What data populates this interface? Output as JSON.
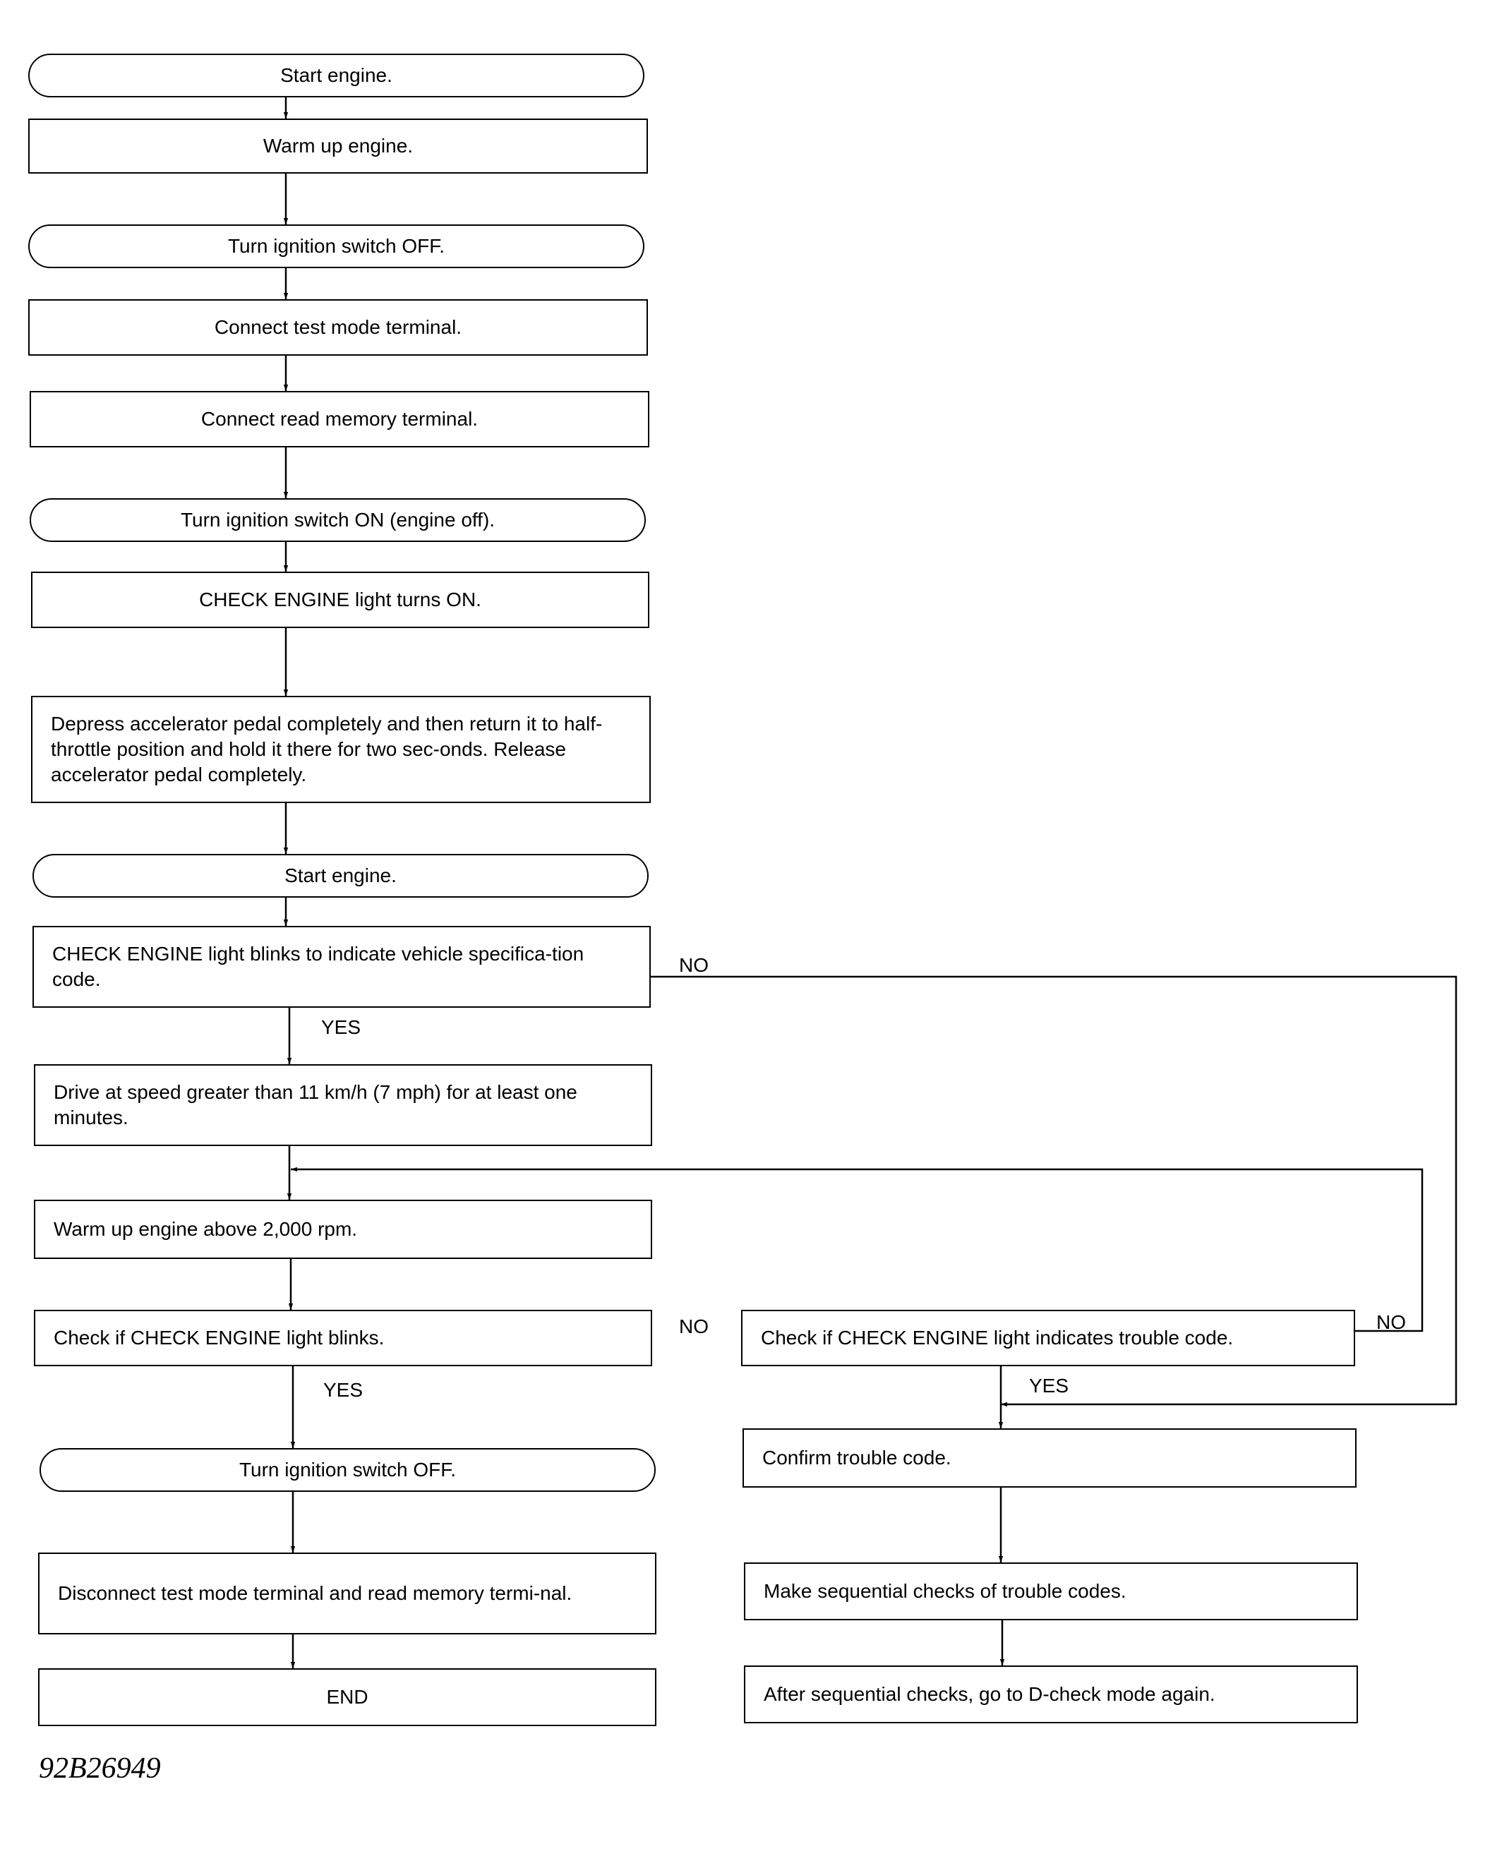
{
  "steps": {
    "start1": "Start engine.",
    "warm1": "Warm up engine.",
    "ign_off1": "Turn ignition switch OFF.",
    "test_mode": "Connect test mode terminal.",
    "read_mem": "Connect read memory terminal.",
    "ign_on": "Turn ignition switch ON (engine off).",
    "light_on": "CHECK ENGINE light turns ON.",
    "pedal": "Depress accelerator pedal completely and then return it to half-throttle position and hold it there for two sec-onds. Release accelerator pedal completely.",
    "start2": "Start engine.",
    "spec_code": "CHECK ENGINE light blinks to indicate vehicle specifica-tion code.",
    "drive": "Drive at speed greater than 11 km/h (7 mph) for at least one minutes.",
    "warm2": "Warm up engine above 2,000 rpm.",
    "check_blink": "Check if CHECK ENGINE light blinks.",
    "ign_off2": "Turn ignition switch OFF.",
    "disconnect": "Disconnect test mode terminal and read memory termi-nal.",
    "end": "END",
    "check_trouble": "Check if CHECK ENGINE light indicates trouble code.",
    "confirm": "Confirm trouble code.",
    "sequential": "Make sequential checks of trouble codes.",
    "after": "After sequential checks, go to D-check mode again."
  },
  "labels": {
    "no_spec": "NO",
    "yes_spec": "YES",
    "no_blink": "NO",
    "yes_blink": "YES",
    "no_trouble": "NO",
    "yes_trouble": "YES"
  },
  "figure_id": "92B26949"
}
